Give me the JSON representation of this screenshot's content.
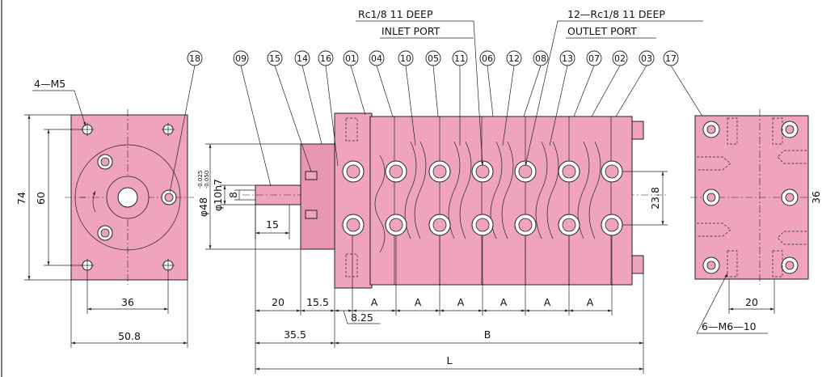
{
  "callouts": {
    "b18": "18",
    "b09": "09",
    "b15": "15",
    "b14": "14",
    "b16": "16",
    "b01": "01",
    "b04": "04",
    "b10": "10",
    "b05": "05",
    "b11": "11",
    "b06": "06",
    "b12": "12",
    "b08": "08",
    "b13": "13",
    "b07": "07",
    "b02": "02",
    "b03": "03",
    "b17": "17"
  },
  "notes": {
    "inlet_thread": "Rc1/8  11  DEEP",
    "inlet_port": "INLET  PORT",
    "outlet_thread": "12—Rc1/8  11  DEEP",
    "outlet_port": "OUTLET  PORT",
    "m5": "4—M5",
    "m6": "6—M6—10"
  },
  "dimensions": {
    "h74": "74",
    "h60": "60",
    "w36": "36",
    "w50_8": "50.8",
    "d48": "φ48",
    "d48_tol_upper": "-0.025",
    "d48_tol_lower": "-0.050",
    "d10h7": "φ10h7",
    "d8": "8",
    "l15": "15",
    "l20": "20",
    "l15_5": "15.5",
    "l8_25": "8.25",
    "l35_5": "35.5",
    "pitch": "A",
    "B": "B",
    "L": "L",
    "h23_8": "23.8",
    "h36": "36",
    "w20": "20"
  }
}
